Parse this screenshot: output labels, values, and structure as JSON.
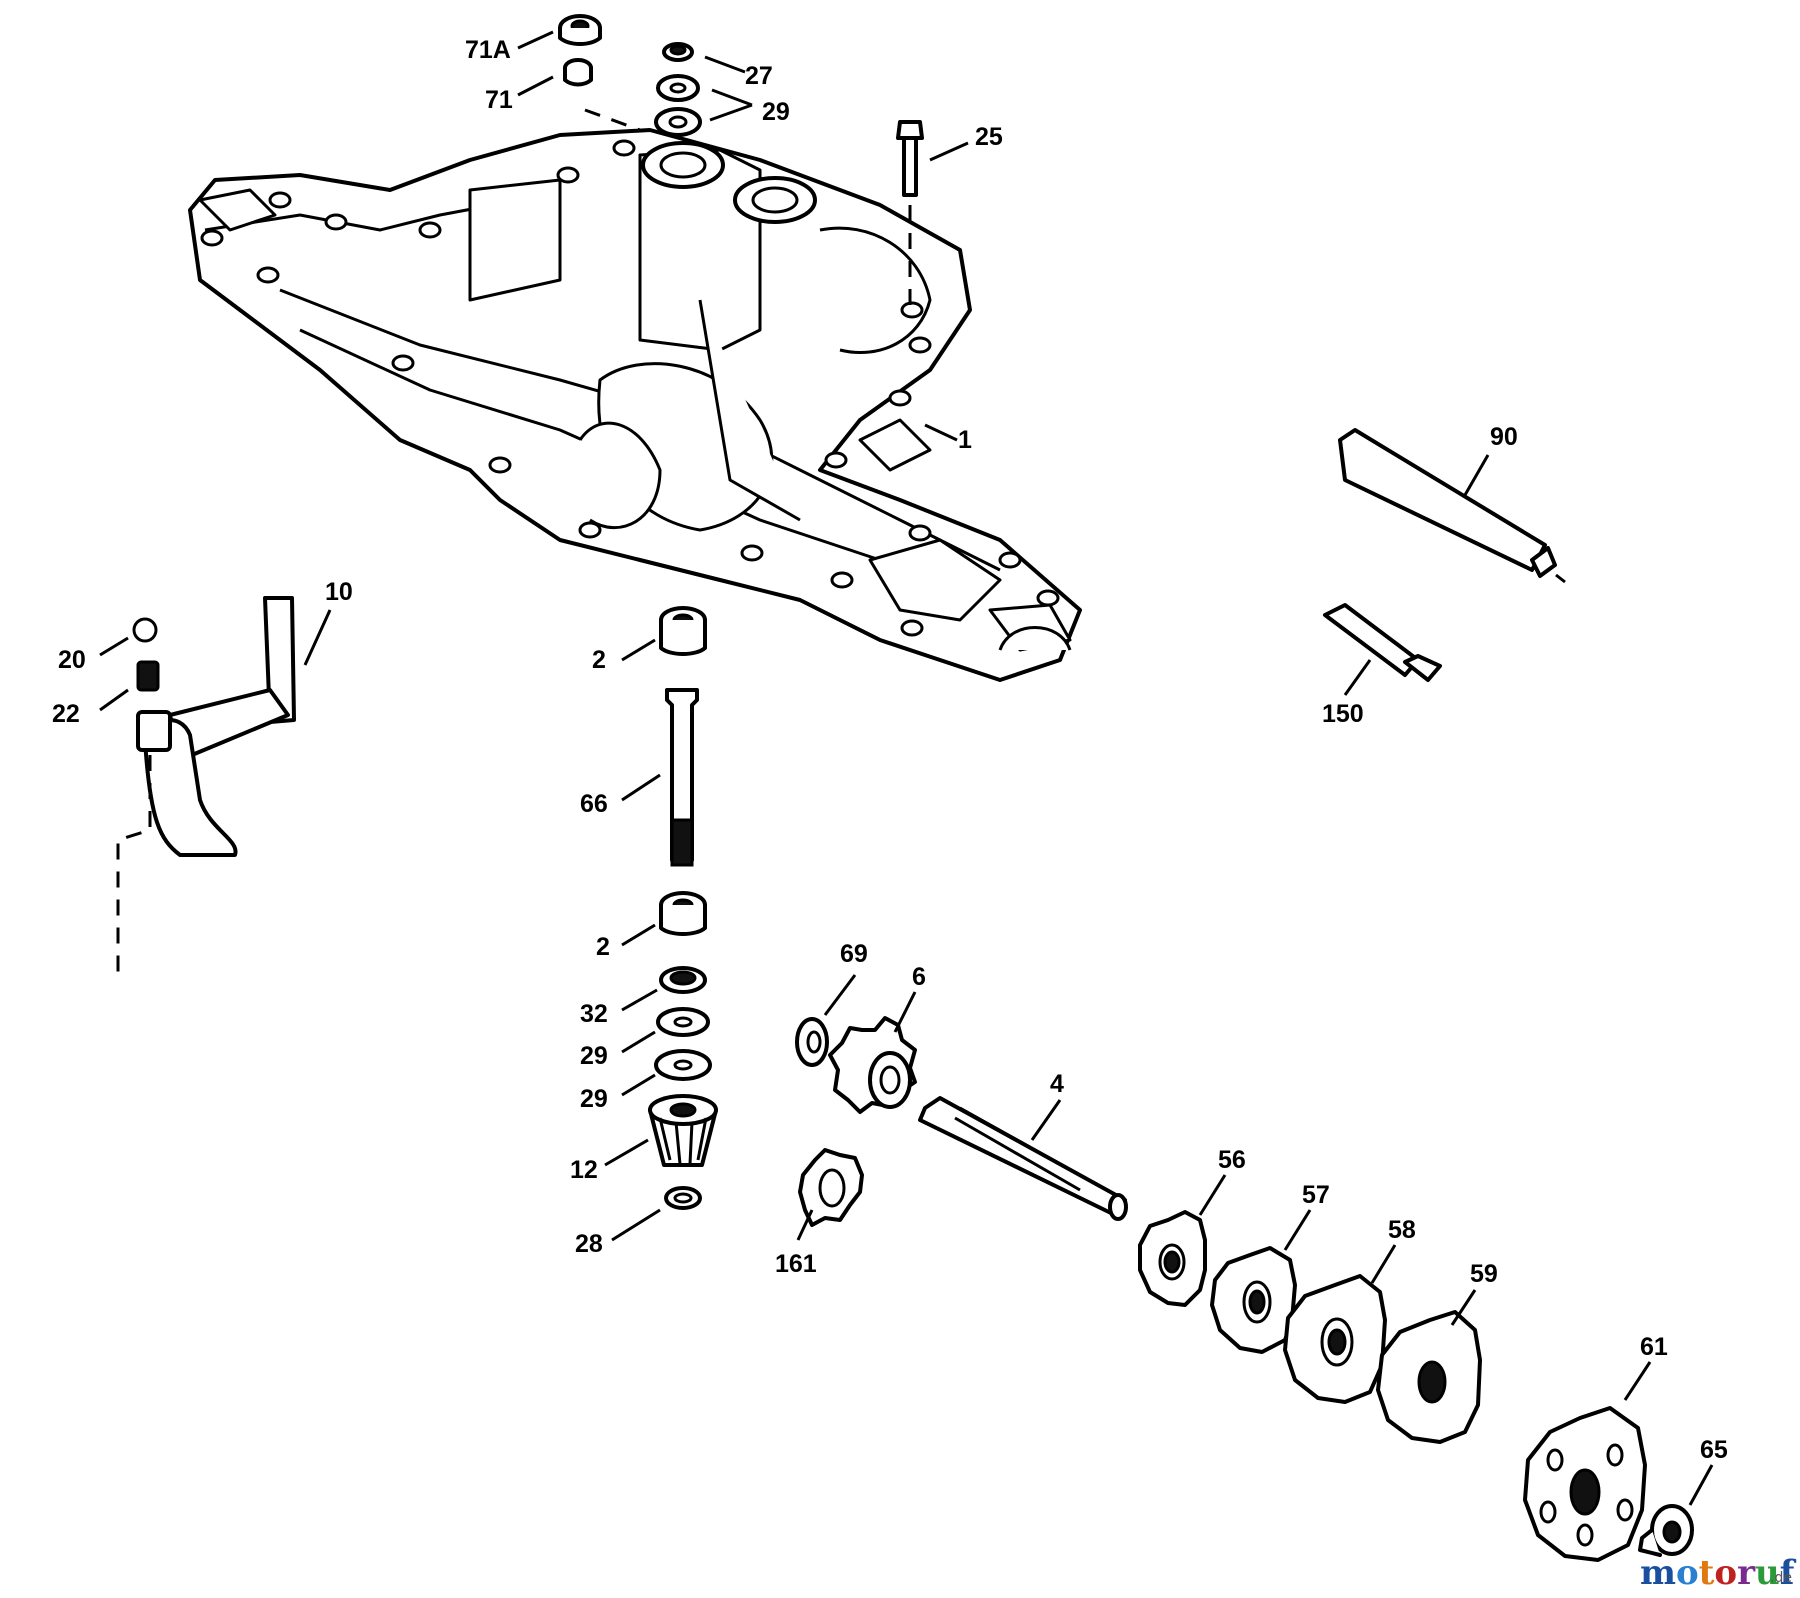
{
  "callouts": {
    "p71a": "71A",
    "p71": "71",
    "p27": "27",
    "p29_top": "29",
    "p25": "25",
    "p1": "1",
    "p90": "90",
    "p150": "150",
    "p10": "10",
    "p20": "20",
    "p22": "22",
    "p2_top": "2",
    "p66": "66",
    "p2_bottom": "2",
    "p32": "32",
    "p29_a": "29",
    "p29_b": "29",
    "p12": "12",
    "p28": "28",
    "p69": "69",
    "p6": "6",
    "p4": "4",
    "p161": "161",
    "p56": "56",
    "p57": "57",
    "p58": "58",
    "p59": "59",
    "p61": "61",
    "p65": "65"
  },
  "watermark": {
    "letters": [
      "m",
      "o",
      "t",
      "o",
      "r",
      "u",
      "f"
    ],
    "suffix": ".de",
    "colors": [
      "#1a4fa0",
      "#2a7fd0",
      "#e07a10",
      "#c02020",
      "#7a2a90",
      "#2a9a3a",
      "#1a4fa0"
    ]
  }
}
